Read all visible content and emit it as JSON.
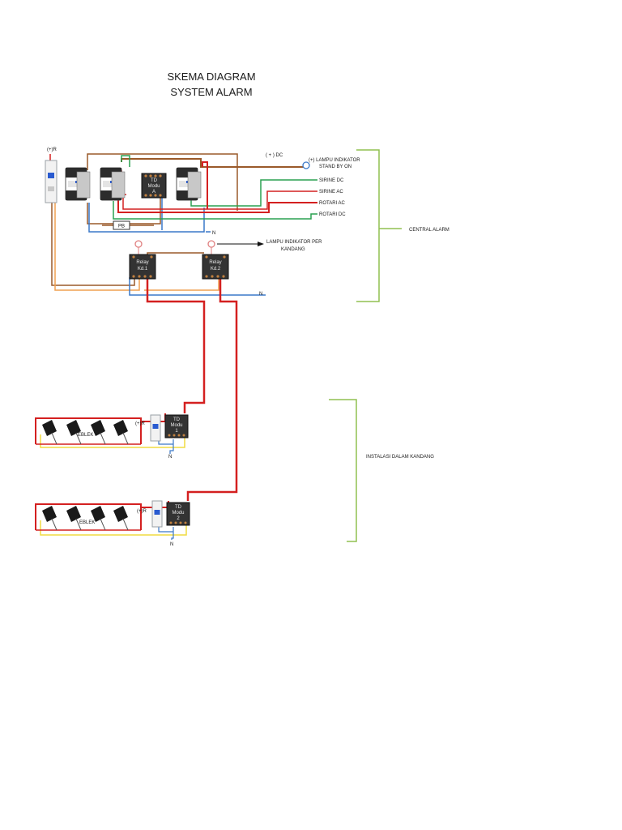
{
  "title": {
    "line1": "SKEMA DIAGRAM",
    "line2": "SYSTEM ALARM"
  },
  "central": {
    "supply_r": "(+)R",
    "dc_positive": "( + ) DC",
    "indicator_standby_line1": "(+) LAMPU INDIKATOR",
    "indicator_standby_line2": "STAND BY ON",
    "outputs": [
      "SIRINE DC",
      "SIRINE AC",
      "ROTARI AC",
      "ROTARI DC"
    ],
    "pushbutton": "PB",
    "neutral_top": "N",
    "neutral_bottom": "N",
    "timer_label_line1": "TD",
    "timer_label_line2": "Modu",
    "timer_label_line3": "A",
    "relay1_line1": "Relay",
    "relay1_line2": "Kd.1",
    "relay2_line1": "Relay",
    "relay2_line2": "Kd.2",
    "indicator_kandang_line1": "LAMPU INDIKATOR PER",
    "indicator_kandang_line2": "KANDANG",
    "group_label": "CENTRAL ALARM"
  },
  "kandang": {
    "group_label": "INSTALASI DALAM KANDANG",
    "row1": {
      "sensor_label": "EBLEK",
      "supply": "(+)R",
      "module_line1": "TD",
      "module_line2": "Modu",
      "module_line3": "1",
      "neutral": "N"
    },
    "row2": {
      "sensor_label": "EBLEK",
      "supply": "(+)R",
      "module_line1": "TD",
      "module_line2": "Modu",
      "module_line3": "2",
      "neutral": "N"
    }
  },
  "colors": {
    "wire_red": "#d42020",
    "wire_brown": "#9a5a2a",
    "wire_blue": "#3a78c8",
    "wire_green": "#2aa050",
    "wire_orange": "#f0a050",
    "wire_yellow": "#f0dc40",
    "bracket_green": "#90c050",
    "lamp_pink": "#e08080"
  }
}
